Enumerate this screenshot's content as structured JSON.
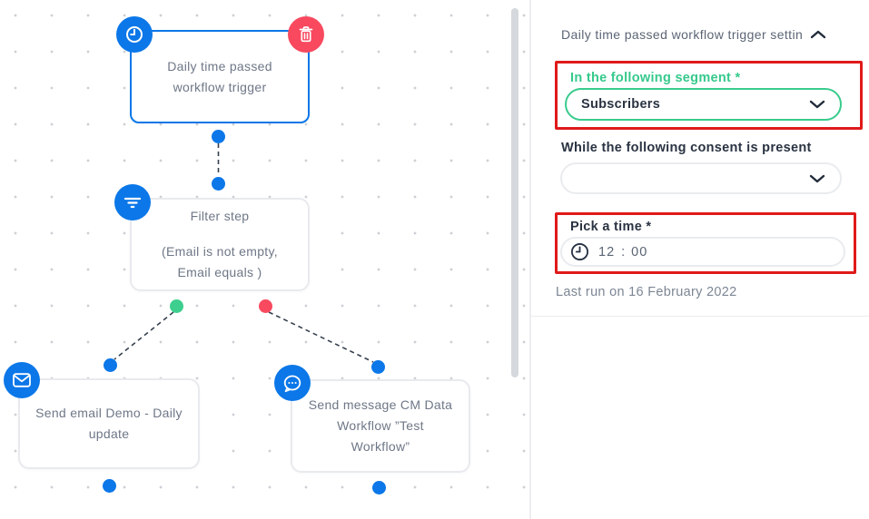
{
  "canvas": {
    "trigger_node": {
      "label": "Daily time passed workflow trigger"
    },
    "filter_node": {
      "title": "Filter step",
      "condition": "(Email is not empty, Email equals )"
    },
    "email_node": {
      "label": "Send email Demo - Daily update"
    },
    "message_node": {
      "label": "Send message CM Data Workflow ”Test Workflow”"
    }
  },
  "panel": {
    "title": "Daily time passed workflow trigger settin",
    "segment_field": {
      "label": "In the following segment *",
      "value": "Subscribers"
    },
    "consent_field": {
      "label": "While the following consent is present",
      "value": ""
    },
    "time_field": {
      "label": "Pick a time *",
      "hour": "12",
      "separator": ":",
      "minute": "00"
    },
    "last_run": "Last run on 16 February 2022"
  },
  "colors": {
    "accent_blue": "#0b77e8",
    "success_green": "#3ecf8e",
    "segment_green": "#36c98c",
    "danger_red": "#f8495f",
    "highlight_red": "#e01a1a"
  }
}
